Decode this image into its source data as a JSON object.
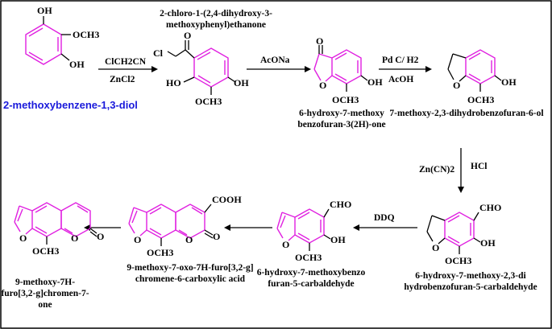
{
  "colors": {
    "ring": "#e020e0",
    "starting_material": "#1a1adb",
    "ink": "#000000"
  },
  "compounds": {
    "c1": {
      "name": "2-methoxybenzene-1,3-diol",
      "groups": [
        "OH",
        "OCH3",
        "OH"
      ]
    },
    "c2": {
      "name_line1": "2-chloro-1-(2,4-dihydroxy-3-",
      "name_line2": "methoxyphenyl)ethanone",
      "groups": [
        "Cl",
        "O",
        "HO",
        "OH",
        "OCH3"
      ]
    },
    "c3": {
      "name_line1": "6-hydroxy-7-methoxy",
      "name_line2": "benzofuran-3(2H)-one",
      "groups": [
        "O",
        "O",
        "OH",
        "OCH3"
      ]
    },
    "c4": {
      "name": "7-methoxy-2,3-dihydrobenzofuran-6-ol",
      "groups": [
        "O",
        "OH",
        "OCH3"
      ]
    },
    "c5": {
      "name_line1": "6-hydroxy-7-methoxy-2,3-di",
      "name_line2": "hydrobenzofuran-5-carbaldehyde",
      "groups": [
        "CHO",
        "O",
        "OH",
        "OCH3"
      ]
    },
    "c6": {
      "name_line1": "6-hydroxy-7-methoxybenzo",
      "name_line2": "furan-5-carbaldehyde",
      "groups": [
        "CHO",
        "O",
        "OH",
        "OCH3"
      ]
    },
    "c7": {
      "name_line1": "9-methoxy-7-oxo-7H-furo[3,2-g]",
      "name_line2": "chromene-6-carboxylic acid",
      "groups": [
        "COOH",
        "O",
        "O",
        "O",
        "OCH3"
      ]
    },
    "c8": {
      "name_line1": "9-methoxy-7H-",
      "name_line2": "furo[3,2-g]chromen-7-",
      "name_line3": "one",
      "groups": [
        "O",
        "O",
        "O",
        "OCH3"
      ]
    }
  },
  "reagents": {
    "step1_top": "ClCH2CN",
    "step1_bottom": "ZnCl2",
    "step2_top": "AcONa",
    "step3_top": "Pd C/ H2",
    "step3_bottom": "AcOH",
    "step4_left": "Zn(CN)2",
    "step4_right": "HCl",
    "step5_top": "DDQ"
  }
}
